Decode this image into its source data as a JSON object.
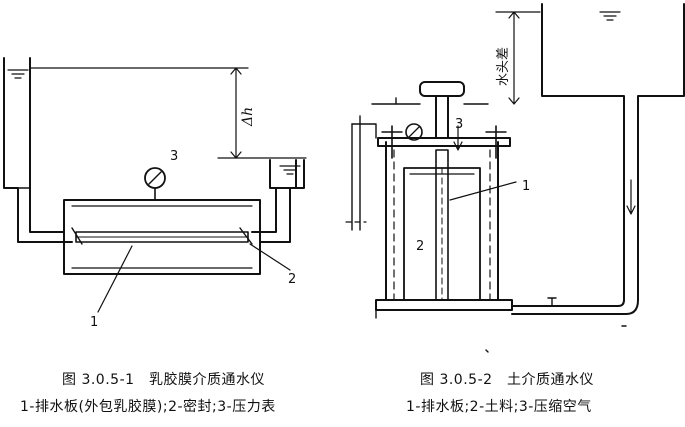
{
  "figure_left": {
    "title": "图 3.0.5-1　乳胶膜介质通水仪",
    "legend": "1-排水板(外包乳胶膜);2-密封;3-压力表",
    "labels": {
      "one": "1",
      "two": "2",
      "three": "3",
      "head_diff": "Δh"
    }
  },
  "figure_right": {
    "title": "图 3.0.5-2　土介质通水仪",
    "legend": "1-排水板;2-土料;3-压缩空气",
    "labels": {
      "one": "1",
      "two": "2",
      "three": "3",
      "head_diff": "水头差"
    }
  }
}
